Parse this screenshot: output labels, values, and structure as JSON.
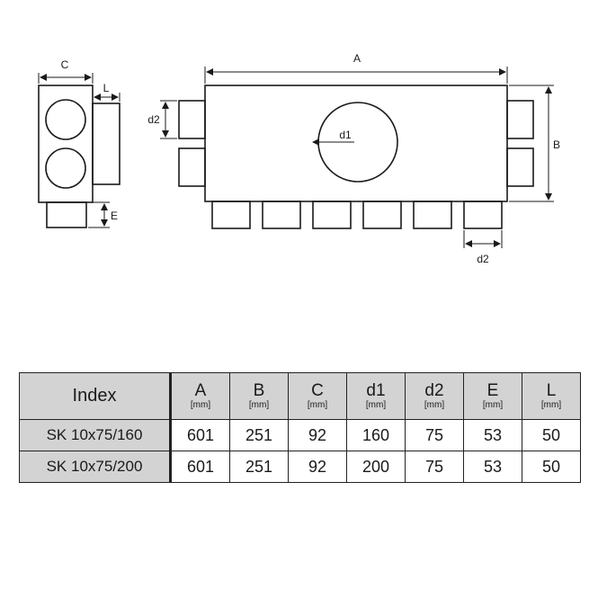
{
  "drawing": {
    "labels": {
      "A": "A",
      "B": "B",
      "C": "C",
      "L": "L",
      "E": "E",
      "d1": "d1",
      "d2_side": "d2",
      "d2_bottom": "d2"
    }
  },
  "table": {
    "index_header": "Index",
    "columns": [
      {
        "symbol": "A",
        "unit": "[mm]"
      },
      {
        "symbol": "B",
        "unit": "[mm]"
      },
      {
        "symbol": "C",
        "unit": "[mm]"
      },
      {
        "symbol": "d1",
        "unit": "[mm]"
      },
      {
        "symbol": "d2",
        "unit": "[mm]"
      },
      {
        "symbol": "E",
        "unit": "[mm]"
      },
      {
        "symbol": "L",
        "unit": "[mm]"
      }
    ],
    "rows": [
      {
        "index": "SK 10x75/160",
        "values": [
          "601",
          "251",
          "92",
          "160",
          "75",
          "53",
          "50"
        ]
      },
      {
        "index": "SK 10x75/200",
        "values": [
          "601",
          "251",
          "92",
          "200",
          "75",
          "53",
          "50"
        ]
      }
    ]
  }
}
